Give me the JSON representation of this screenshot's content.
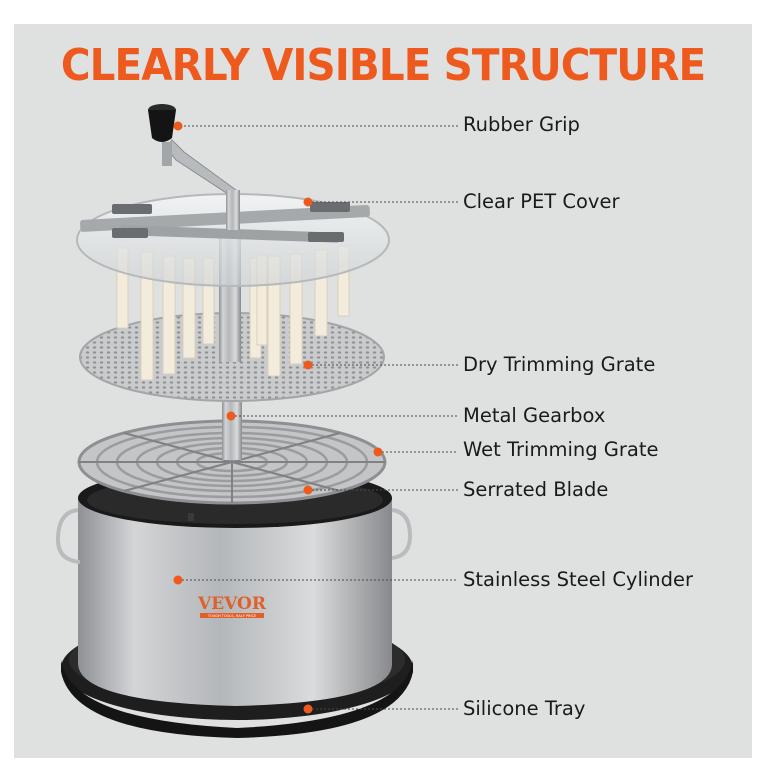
{
  "title": "CLEARLY VISIBLE STRUCTURE",
  "brand": "VEVOR",
  "brand_sub": "TOUGH TOOLS, HALF PRICE",
  "accent_color": "#ee5a1d",
  "labels": {
    "rubber_grip": "Rubber Grip",
    "clear_pet_cover": "Clear PET Cover",
    "dry_trimming_grate": "Dry Trimming Grate",
    "metal_gearbox": "Metal Gearbox",
    "wet_trimming_grate": "Wet Trimming Grate",
    "serrated_blade": "Serrated Blade",
    "stainless_steel_cylinder": "Stainless Steel Cylinder",
    "silicone_tray": "Silicone Tray"
  }
}
